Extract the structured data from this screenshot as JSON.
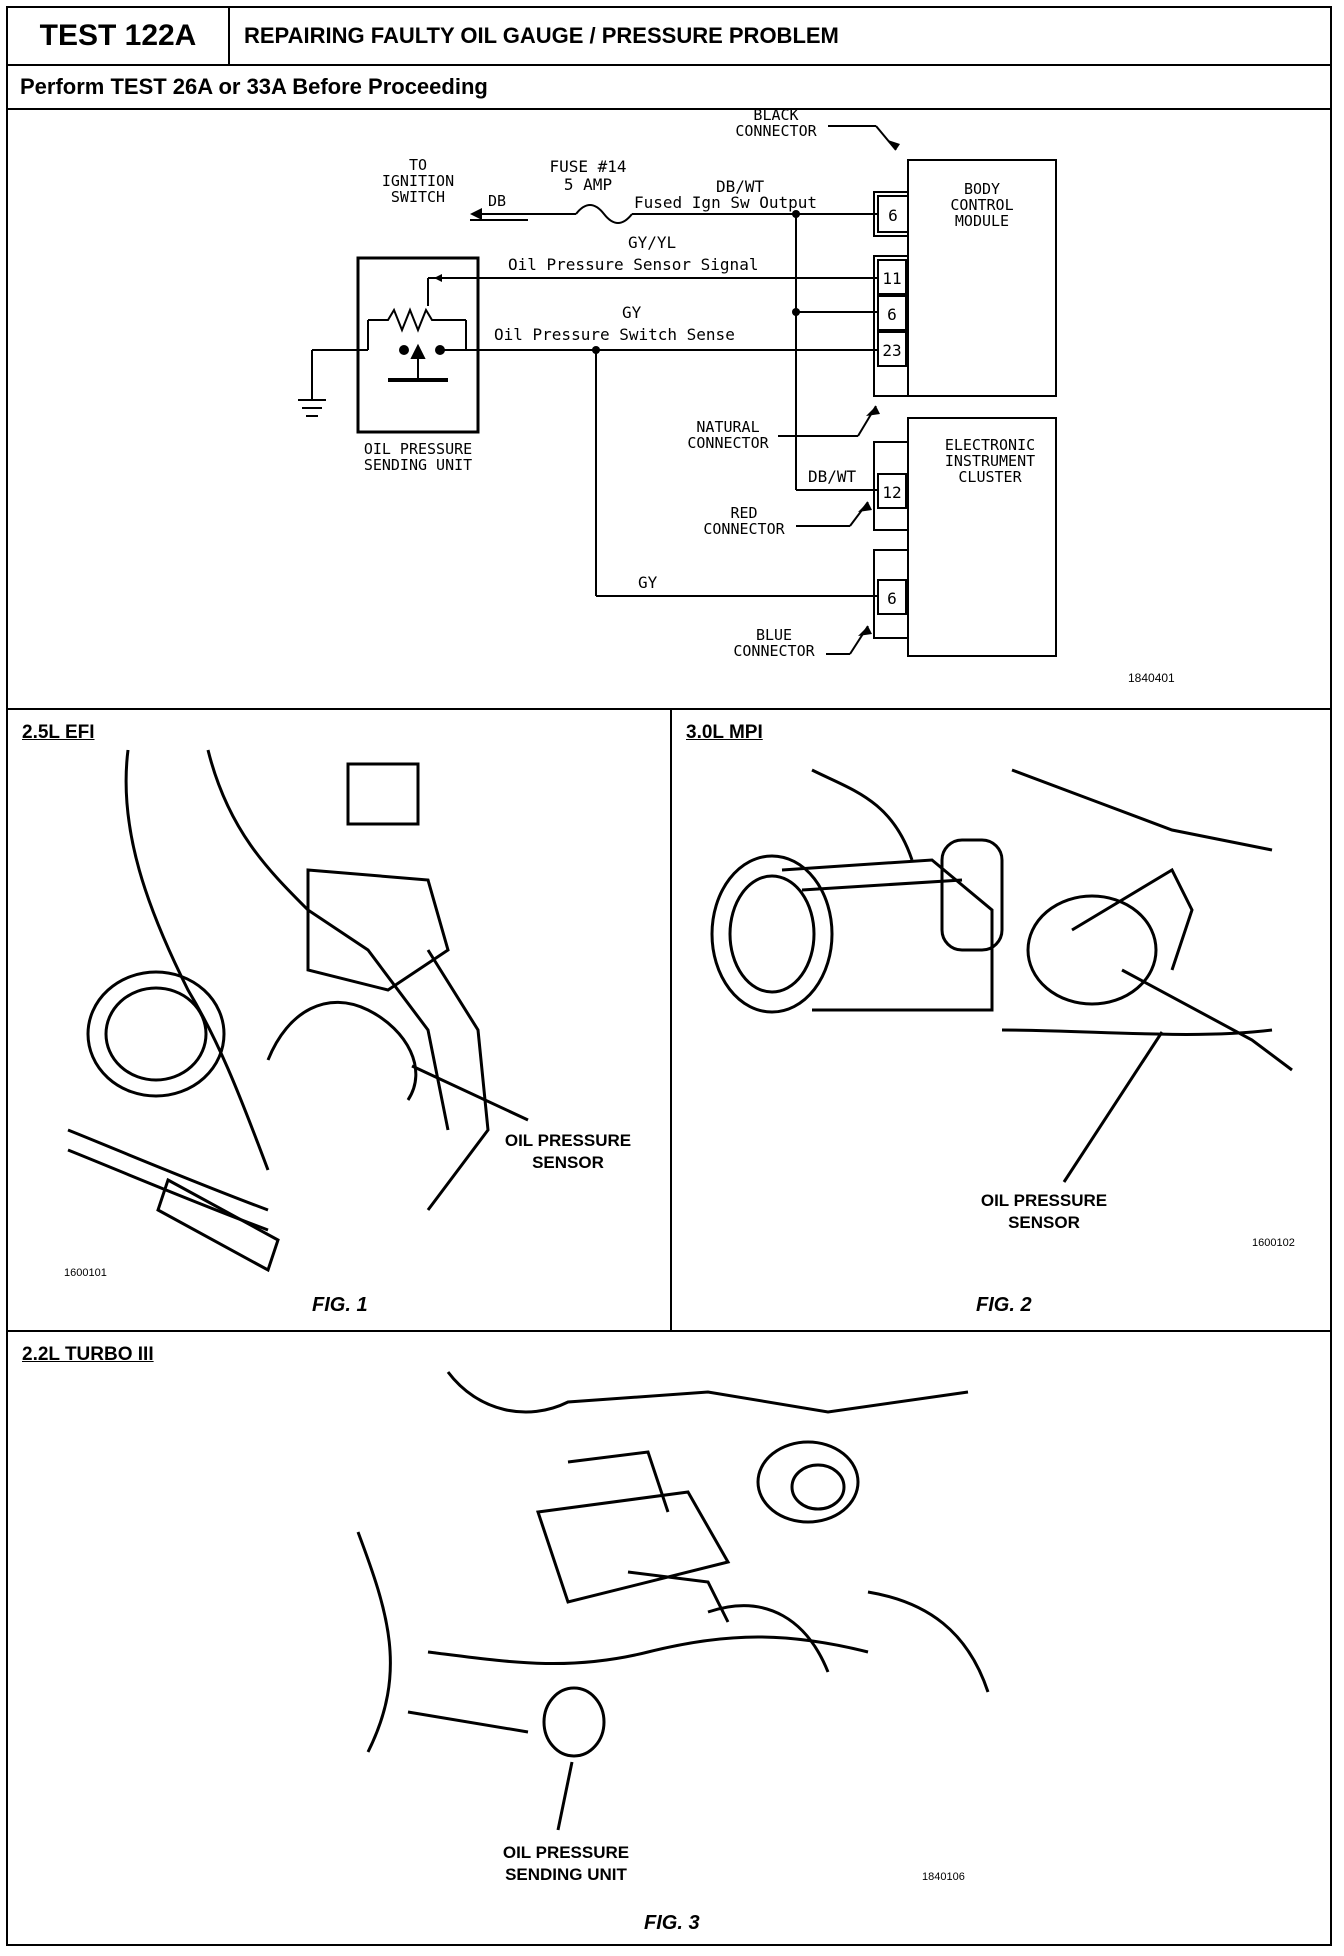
{
  "header": {
    "test_id": "TEST 122A",
    "title": "REPAIRING FAULTY OIL GAUGE / PRESSURE PROBLEM",
    "prerequisite": "Perform TEST 26A or 33A Before Proceeding"
  },
  "schematic": {
    "to_ignition_line1": "TO",
    "to_ignition_line2": "IGNITION",
    "to_ignition_line3": "SWITCH",
    "wire_db": "DB",
    "fuse_line1": "FUSE #14",
    "fuse_line2": "5 AMP",
    "wire_dbwt": "DB/WT",
    "fused_ign_output": "Fused Ign Sw Output",
    "black_conn_line1": "BLACK",
    "black_conn_line2": "CONNECTOR",
    "bcm_line1": "BODY",
    "bcm_line2": "CONTROL",
    "bcm_line3": "MODULE",
    "wire_gyyl": "GY/YL",
    "sensor_signal": "Oil Pressure Sensor Signal",
    "wire_gy": "GY",
    "switch_sense": "Oil Pressure Switch Sense",
    "pin_6a": "6",
    "pin_11": "11",
    "pin_6b": "6",
    "pin_23": "23",
    "sending_unit_line1": "OIL PRESSURE",
    "sending_unit_line2": "SENDING UNIT",
    "natural_line1": "NATURAL",
    "natural_line2": "CONNECTOR",
    "cluster_line1": "ELECTRONIC",
    "cluster_line2": "INSTRUMENT",
    "cluster_line3": "CLUSTER",
    "wire_dbwt2": "DB/WT",
    "pin_12": "12",
    "red_line1": "RED",
    "red_line2": "CONNECTOR",
    "wire_gy2": "GY",
    "pin_6c": "6",
    "blue_line1": "BLUE",
    "blue_line2": "CONNECTOR",
    "figure_number": "1840401"
  },
  "fig1": {
    "section_label": "2.5L EFI",
    "callout_line1": "OIL PRESSURE",
    "callout_line2": "SENSOR",
    "image_number": "1600101",
    "caption": "FIG. 1"
  },
  "fig2": {
    "section_label": "3.0L MPI",
    "callout_line1": "OIL PRESSURE",
    "callout_line2": "SENSOR",
    "image_number": "1600102",
    "caption": "FIG. 2"
  },
  "fig3": {
    "section_label": "2.2L TURBO III",
    "callout_line1": "OIL PRESSURE",
    "callout_line2": "SENDING UNIT",
    "image_number": "1840106",
    "caption": "FIG. 3"
  }
}
